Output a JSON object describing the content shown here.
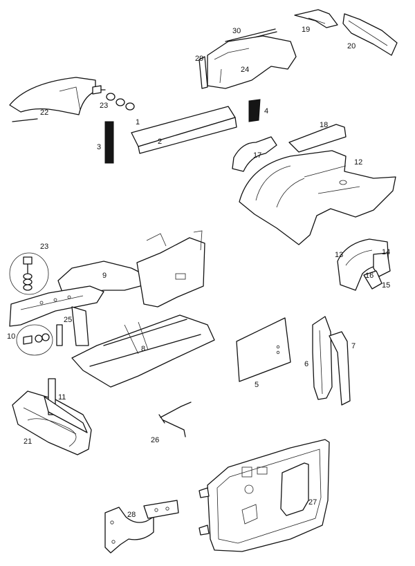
{
  "labels": {
    "p1": "1",
    "p2": "2",
    "p3": "3",
    "p4": "4",
    "p5": "5",
    "p6": "6",
    "p7": "7",
    "p8": "8",
    "p9": "9",
    "p10": "10",
    "p11": "11",
    "p12": "12",
    "p13": "13",
    "p14": "14",
    "p15": "15",
    "p16": "16",
    "p17": "17",
    "p18": "18",
    "p19": "19",
    "p20": "20",
    "p21": "21",
    "p22": "22",
    "p23a": "23",
    "p23b": "23",
    "p24": "24",
    "p25": "25",
    "p26": "26",
    "p27": "27",
    "p28": "28",
    "p29": "29",
    "p30": "30"
  }
}
